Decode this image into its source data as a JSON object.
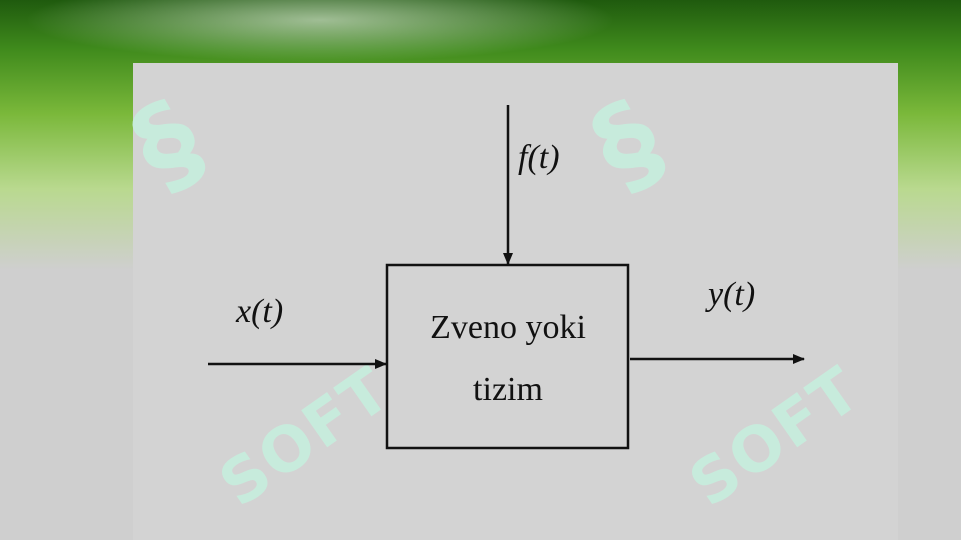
{
  "diagram": {
    "block": {
      "line1": "Zveno yoki",
      "line2": "tizim"
    },
    "inputs": {
      "x": "x(t)",
      "f": "f(t)"
    },
    "output": {
      "y": "y(t)"
    }
  },
  "watermark": {
    "brand": "SOFT"
  },
  "colors": {
    "band": "#3f8a1c",
    "panel": "#d3d3d3",
    "watermark": "#c6f0de",
    "stroke": "#111111"
  }
}
